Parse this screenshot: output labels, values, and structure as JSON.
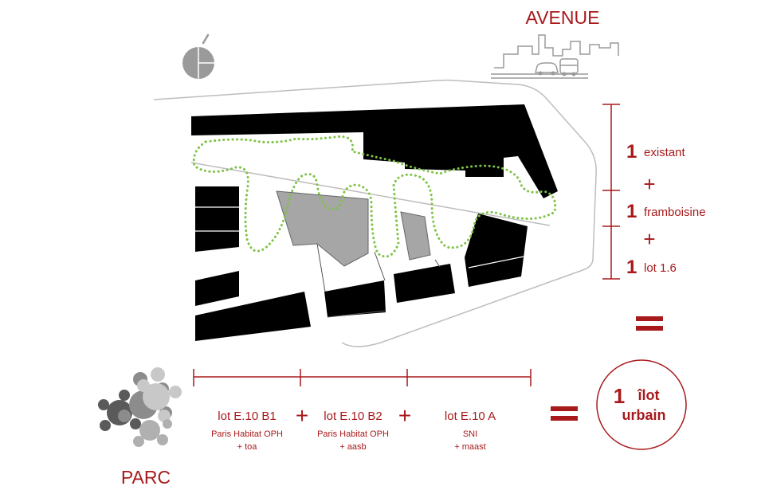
{
  "colors": {
    "accent": "#a8191b",
    "building": "#000000",
    "courtyard_building": "#a6a6a6",
    "path_dots": "#7dc242",
    "outline": "#bdbdbd",
    "icon_gray": "#9a9a9a"
  },
  "labels": {
    "avenue": "AVENUE",
    "parc": "PARC"
  },
  "right_column": {
    "items": [
      {
        "num": "1",
        "text": "existant"
      },
      {
        "num": "1",
        "text": "framboisine"
      },
      {
        "num": "1",
        "text": "lot 1.6"
      }
    ],
    "plus": "+",
    "equals": "="
  },
  "bottom_row": {
    "lots": [
      {
        "name": "lot E.10 B1",
        "line1": "Paris Habitat OPH",
        "line2": "+ toa"
      },
      {
        "name": "lot E.10 B2",
        "line1": "Paris Habitat OPH",
        "line2": "+ aasb"
      },
      {
        "name": "lot E.10 A",
        "line1": "SNI",
        "line2": "+ maast"
      }
    ],
    "plus": "+",
    "equals": "="
  },
  "result": {
    "num": "1",
    "line1": "îlot",
    "line2": "urbain"
  },
  "icons": {
    "compass": "compass-icon",
    "city": "city-skyline-icon",
    "car": "car-icon",
    "bus": "bus-icon",
    "park": "park-tree-icon"
  }
}
